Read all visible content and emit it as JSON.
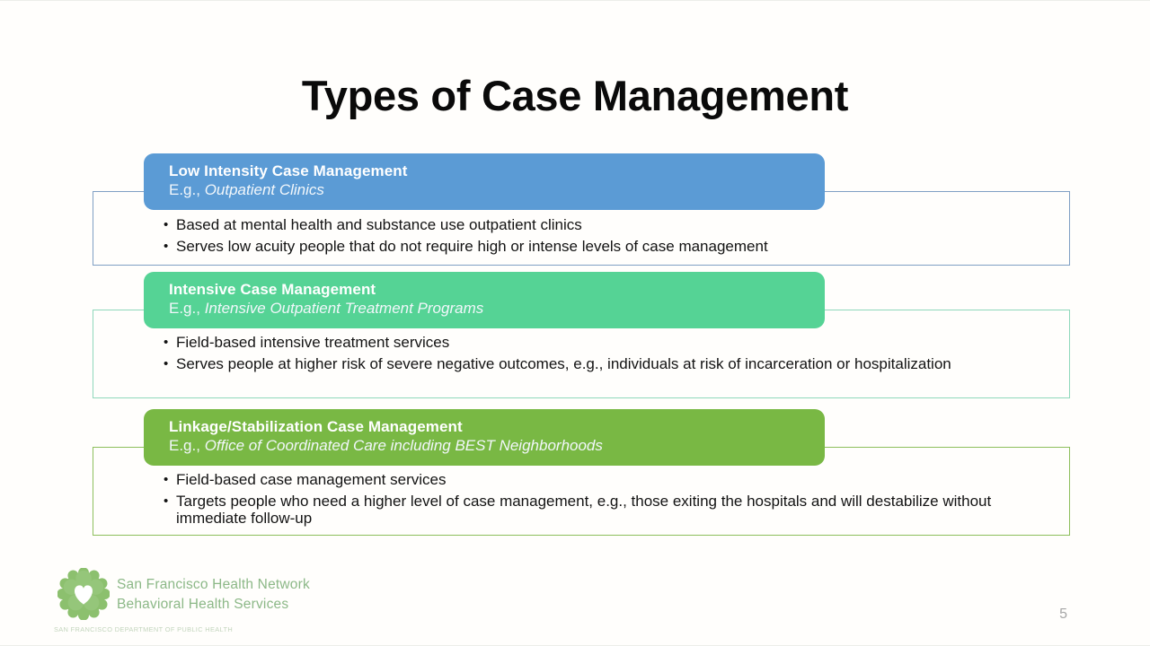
{
  "slide": {
    "title": "Types of Case Management",
    "page_number": "5",
    "background_color": "#fffefc"
  },
  "sections": [
    {
      "id": "low-intensity",
      "bar_color": "#5b9bd5",
      "box_border_color": "#7f9fc4",
      "heading": "Low Intensity Case Management",
      "example_prefix": "E.g., ",
      "example_text": "Outpatient Clinics",
      "bullets": [
        "Based at mental health and substance use outpatient clinics",
        "Serves low acuity people that do not require high or intense levels of case management"
      ]
    },
    {
      "id": "intensive",
      "bar_color": "#55d395",
      "box_border_color": "#8fd8bb",
      "heading": "Intensive Case Management",
      "example_prefix": "E.g., ",
      "example_text": "Intensive Outpatient Treatment Programs",
      "bullets": [
        "Field-based intensive treatment services",
        "Serves people at higher risk of severe negative outcomes, e.g., individuals at risk of incarceration or hospitalization"
      ]
    },
    {
      "id": "linkage-stabilization",
      "bar_color": "#79b844",
      "box_border_color": "#8dbf5c",
      "heading": "Linkage/Stabilization Case Management",
      "example_prefix": "E.g., ",
      "example_text": "Office of Coordinated Care including BEST Neighborhoods",
      "bullets": [
        "Field-based case management services",
        "Targets people who need a higher level of case management, e.g., those exiting the hospitals and will destabilize without immediate follow-up"
      ]
    }
  ],
  "footer": {
    "logo_icon": "heart-in-green-flower-icon",
    "org_line_1": "San Francisco Health Network",
    "org_line_2": "Behavioral Health Services",
    "department_line": "SAN FRANCISCO DEPARTMENT OF PUBLIC HEALTH",
    "brand_color": "#8cb887"
  }
}
